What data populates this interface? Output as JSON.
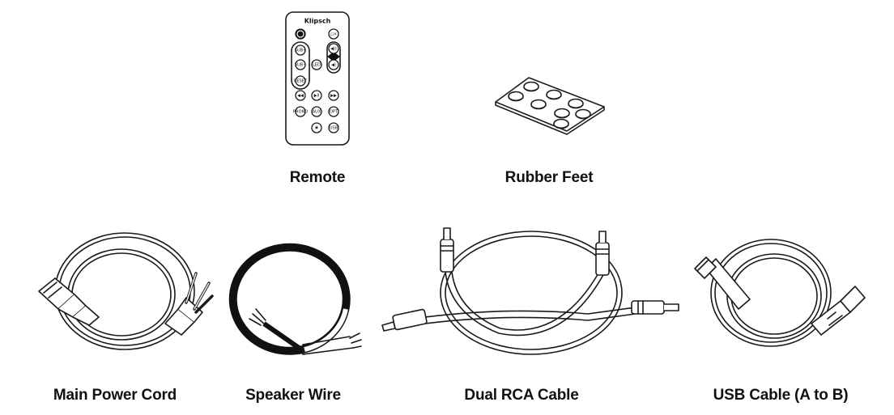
{
  "accessories": [
    {
      "id": "remote",
      "label": "Remote",
      "icon": "remote-control-icon"
    },
    {
      "id": "rubber-feet",
      "label": "Rubber Feet",
      "icon": "rubber-feet-icon"
    },
    {
      "id": "power-cord",
      "label": "Main Power Cord",
      "icon": "power-cord-icon"
    },
    {
      "id": "speaker-wire",
      "label": "Speaker Wire",
      "icon": "speaker-wire-icon"
    },
    {
      "id": "rca-cable",
      "label": "Dual RCA Cable",
      "icon": "rca-cable-icon"
    },
    {
      "id": "usb-cable",
      "label": "USB Cable (A to B)",
      "icon": "usb-cable-icon"
    }
  ],
  "remote": {
    "brand": "Klipsch",
    "buttons": {
      "power": "⏻",
      "mute": "◻×",
      "sub_plus": "SUB+",
      "sub_minus": "SUB−",
      "led": "LED",
      "vol_up": "◀))",
      "vol_down": "◀)",
      "reset": "RESET",
      "prev": "◀◀",
      "play": "▶II",
      "next": "▶▶",
      "phono": "PHONO",
      "aux": "AUX",
      "opt": "OPT",
      "bt": "✱",
      "usb": "USB"
    }
  }
}
